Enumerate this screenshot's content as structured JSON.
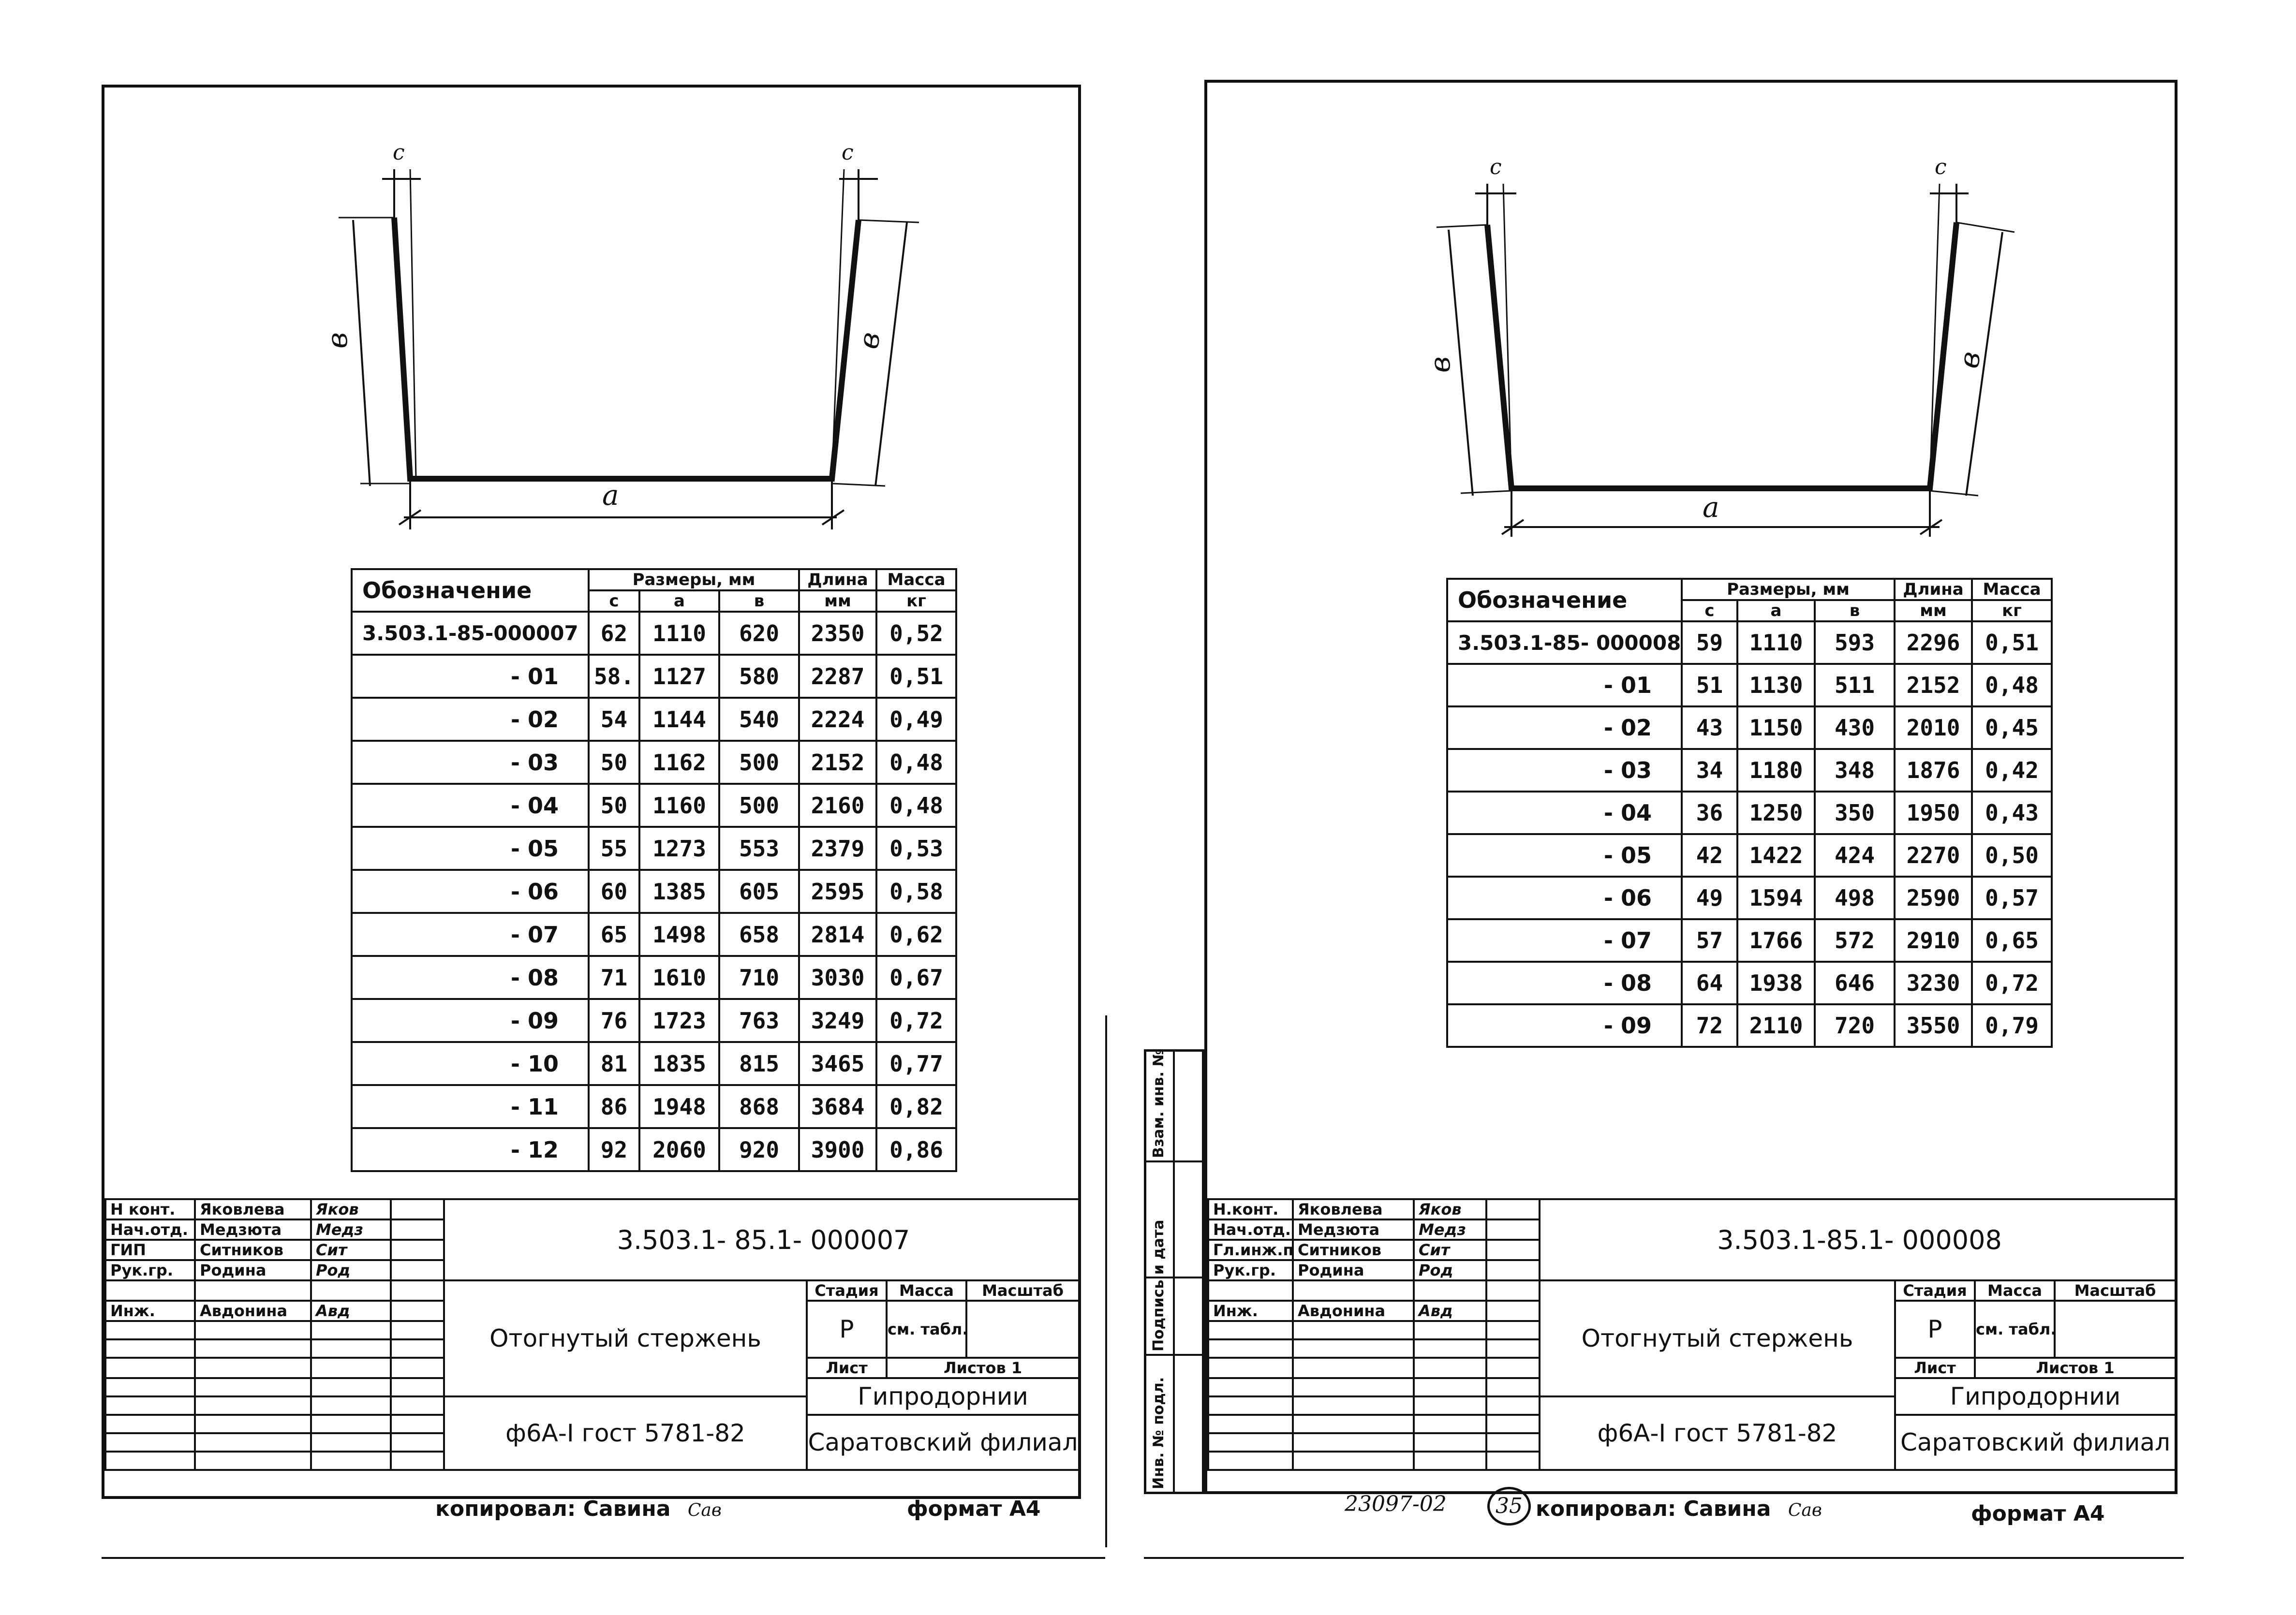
{
  "headers": {
    "designation": "Обозначение",
    "dimensions": "Размеры, мм",
    "c": "с",
    "a": "а",
    "b": "в",
    "length": "Длина",
    "length_unit": "мм",
    "mass": "Масса",
    "mass_unit": "кг"
  },
  "dims": {
    "a": "а",
    "b": "в",
    "c": "с"
  },
  "left": {
    "rows": [
      [
        "3.503.1-85-000007",
        "62",
        "1110",
        "620",
        "2350",
        "0,52"
      ],
      [
        "- 01",
        "58.",
        "1127",
        "580",
        "2287",
        "0,51"
      ],
      [
        "- 02",
        "54",
        "1144",
        "540",
        "2224",
        "0,49"
      ],
      [
        "- 03",
        "50",
        "1162",
        "500",
        "2152",
        "0,48"
      ],
      [
        "- 04",
        "50",
        "1160",
        "500",
        "2160",
        "0,48"
      ],
      [
        "- 05",
        "55",
        "1273",
        "553",
        "2379",
        "0,53"
      ],
      [
        "- 06",
        "60",
        "1385",
        "605",
        "2595",
        "0,58"
      ],
      [
        "- 07",
        "65",
        "1498",
        "658",
        "2814",
        "0,62"
      ],
      [
        "- 08",
        "71",
        "1610",
        "710",
        "3030",
        "0,67"
      ],
      [
        "- 09",
        "76",
        "1723",
        "763",
        "3249",
        "0,72"
      ],
      [
        "- 10",
        "81",
        "1835",
        "815",
        "3465",
        "0,77"
      ],
      [
        "- 11",
        "86",
        "1948",
        "868",
        "3684",
        "0,82"
      ],
      [
        "- 12",
        "92",
        "2060",
        "920",
        "3900",
        "0,86"
      ]
    ],
    "stamp": {
      "people": [
        {
          "role": "Н конт.",
          "name": "Яковлева",
          "sig": "Яков"
        },
        {
          "role": "Нач.отд.",
          "name": "Медзюта",
          "sig": "Медз"
        },
        {
          "role": "ГИП",
          "name": "Ситников",
          "sig": "Сит"
        },
        {
          "role": "Рук.гр.",
          "name": "Родина",
          "sig": "Род"
        },
        {
          "role": "Инж.",
          "name": "Авдонина",
          "sig": "Авд"
        }
      ],
      "code": "3.503.1- 85.1- 000007",
      "title": "Отогнутый стержень",
      "material": "ф6А-I гост 5781-82",
      "stage_h": "Стадия",
      "mass_h": "Масса",
      "scale_h": "Масштаб",
      "stage": "Р",
      "mass_val": "см. табл.",
      "sheet": "Лист",
      "sheets": "Листов 1",
      "org1": "Гипродорнии",
      "org2": "Саратовский филиал"
    },
    "copied": "копировал: Савина",
    "copied_sig": "Сав",
    "format": "формат А4"
  },
  "right": {
    "rows": [
      [
        "3.503.1-85- 000008",
        "59",
        "1110",
        "593",
        "2296",
        "0,51"
      ],
      [
        "- 01",
        "51",
        "1130",
        "511",
        "2152",
        "0,48"
      ],
      [
        "- 02",
        "43",
        "1150",
        "430",
        "2010",
        "0,45"
      ],
      [
        "- 03",
        "34",
        "1180",
        "348",
        "1876",
        "0,42"
      ],
      [
        "- 04",
        "36",
        "1250",
        "350",
        "1950",
        "0,43"
      ],
      [
        "- 05",
        "42",
        "1422",
        "424",
        "2270",
        "0,50"
      ],
      [
        "- 06",
        "49",
        "1594",
        "498",
        "2590",
        "0,57"
      ],
      [
        "- 07",
        "57",
        "1766",
        "572",
        "2910",
        "0,65"
      ],
      [
        "- 08",
        "64",
        "1938",
        "646",
        "3230",
        "0,72"
      ],
      [
        "- 09",
        "72",
        "2110",
        "720",
        "3550",
        "0,79"
      ]
    ],
    "stamp": {
      "people": [
        {
          "role": "Н.конт.",
          "name": "Яковлева",
          "sig": "Яков"
        },
        {
          "role": "Нач.отд.",
          "name": "Медзюта",
          "sig": "Медз"
        },
        {
          "role": "Гл.инж.пр.",
          "name": "Ситников",
          "sig": "Сит"
        },
        {
          "role": "Рук.гр.",
          "name": "Родина",
          "sig": "Род"
        },
        {
          "role": "Инж.",
          "name": "Авдонина",
          "sig": "Авд"
        }
      ],
      "code": "3.503.1-85.1- 000008",
      "title": "Отогнутый стержень",
      "material": "ф6А-I гост 5781-82",
      "stage_h": "Стадия",
      "mass_h": "Масса",
      "scale_h": "Масштаб",
      "stage": "Р",
      "mass_val": "см. табл.",
      "sheet": "Лист",
      "sheets": "Листов 1",
      "org1": "Гипродорнии",
      "org2": "Саратовский филиал"
    },
    "side_labels": {
      "inv_podl": "Инв. № подл.",
      "sign_date": "Подпись и дата",
      "vzam": "Взам. инв. №"
    },
    "archive_no": "23097-02",
    "page_no": "35",
    "copied": "копировал: Савина",
    "copied_sig": "Сав",
    "format": "формат А4"
  }
}
